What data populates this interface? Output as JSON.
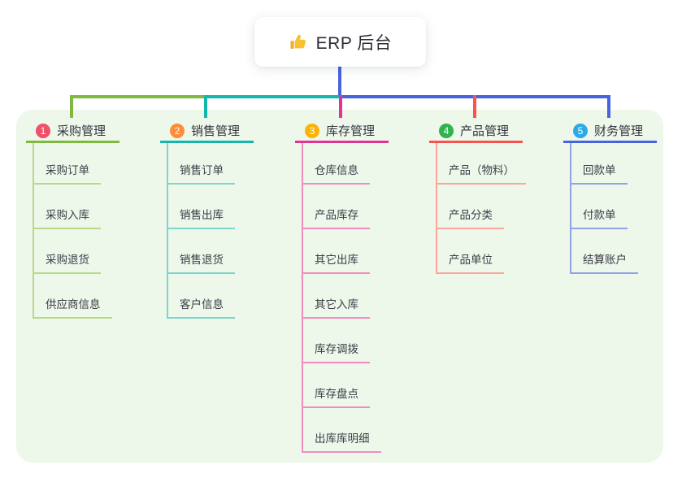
{
  "mindmap": {
    "root": {
      "title": "ERP 后台",
      "icon": "thumbs-up",
      "stem_color": "#4763df"
    },
    "branches": [
      {
        "num": "1",
        "title": "采购管理",
        "color": "#7fba3e",
        "light_color": "#b7d989",
        "badge_color": "#f1506a",
        "children": [
          "采购订单",
          "采购入库",
          "采购退货",
          "供应商信息"
        ]
      },
      {
        "num": "2",
        "title": "销售管理",
        "color": "#15b7ad",
        "light_color": "#7fd5cc",
        "badge_color": "#ff8c3a",
        "children": [
          "销售订单",
          "销售出库",
          "销售退货",
          "客户信息"
        ]
      },
      {
        "num": "3",
        "title": "库存管理",
        "color": "#e03393",
        "light_color": "#f08cc0",
        "badge_color": "#fdb306",
        "children": [
          "仓库信息",
          "产品库存",
          "其它出库",
          "其它入库",
          "库存调拨",
          "库存盘点",
          "出库库明细"
        ]
      },
      {
        "num": "4",
        "title": "产品管理",
        "color": "#fa534e",
        "light_color": "#fba69d",
        "badge_color": "#31b34c",
        "children": [
          "产品（物料）",
          "产品分类",
          "产品单位"
        ]
      },
      {
        "num": "5",
        "title": "财务管理",
        "color": "#4763df",
        "light_color": "#90a3e9",
        "badge_color": "#2aabe8",
        "children": [
          "回款单",
          "付款单",
          "结算账户"
        ]
      }
    ]
  }
}
